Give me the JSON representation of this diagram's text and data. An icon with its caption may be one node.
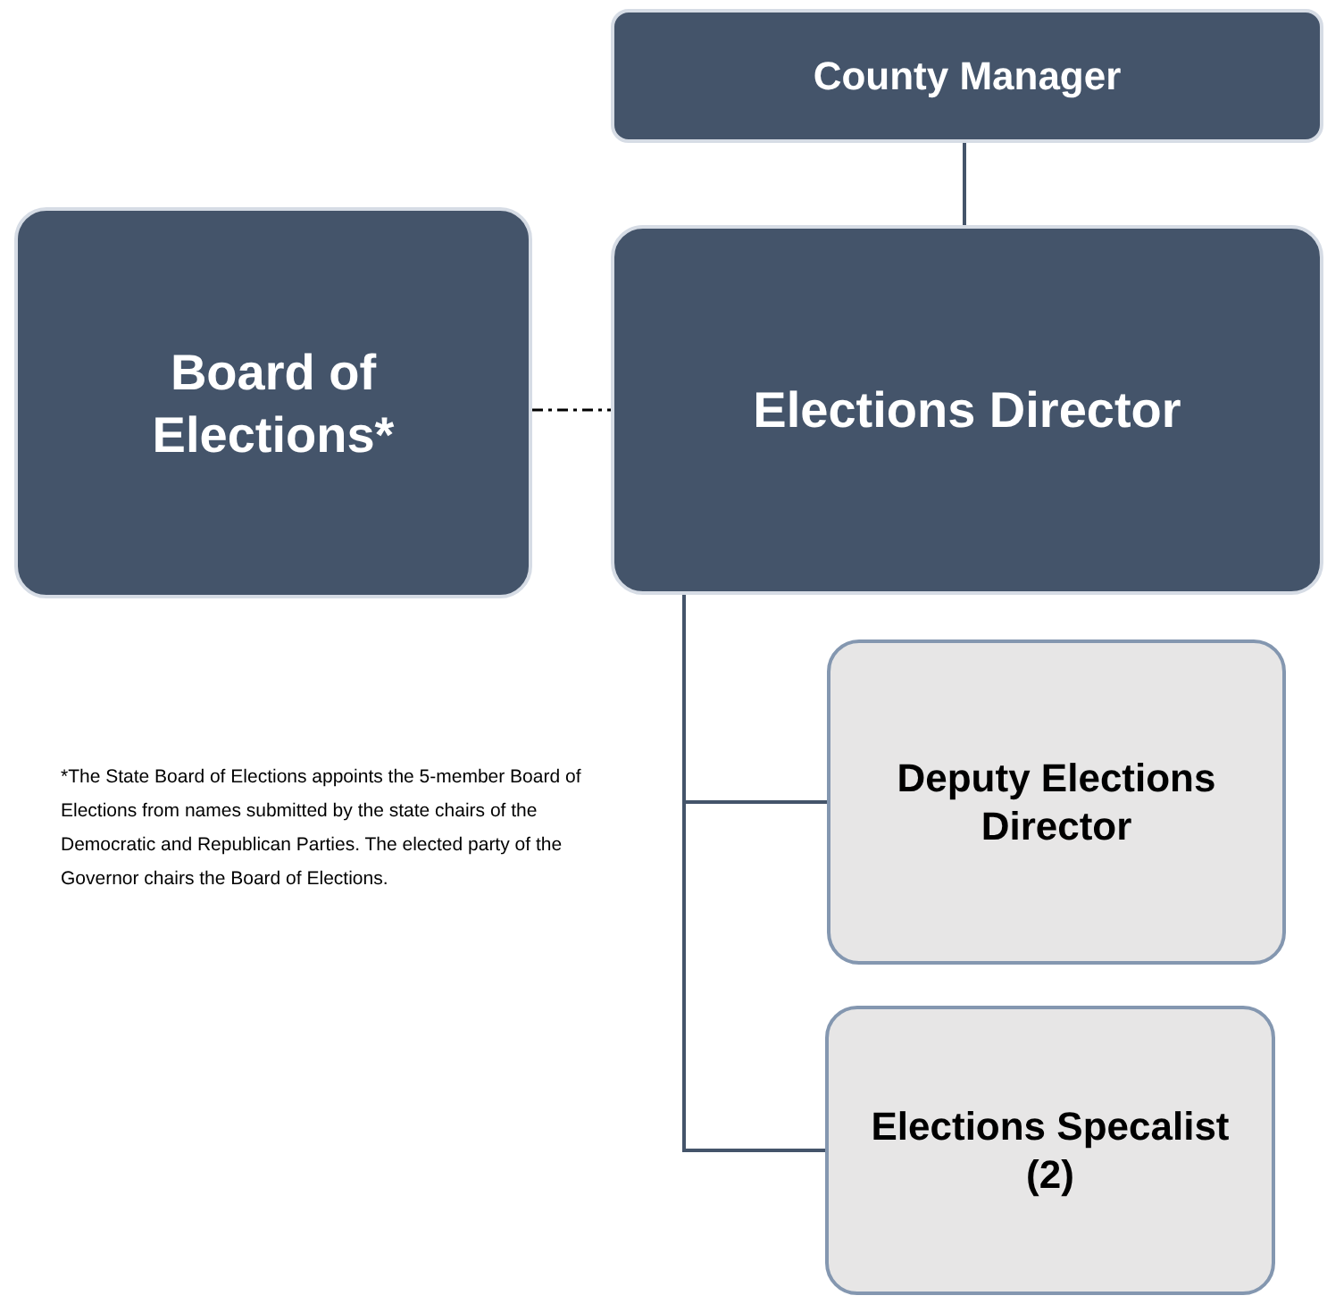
{
  "diagram": {
    "nodes": [
      {
        "text": [
          "County Manager"
        ]
      },
      {
        "text": [
          "Board of Elections*"
        ]
      },
      {
        "text": [
          "Elections Director"
        ]
      },
      {
        "text": [
          "Deputy Elections Director"
        ]
      },
      {
        "text": [
          "Elections Specalist (2)"
        ]
      }
    ],
    "edges": [
      {
        "from": 0,
        "to": 2,
        "arrow": "none"
      },
      {
        "from": 1,
        "to": 2,
        "arrow": "none",
        "style": "dashed",
        "color": "#000000"
      },
      {
        "from": 2,
        "to": 3,
        "arrow": "none"
      },
      {
        "from": 2,
        "to": 4,
        "arrow": "none"
      }
    ],
    "labels": [
      "*The State Board of Elections appoints the 5-member Board of Elections from names submitted by the state chairs of the Democratic and Republican Parties.  The elected party of the Governor chairs the Board of Elections."
    ]
  }
}
